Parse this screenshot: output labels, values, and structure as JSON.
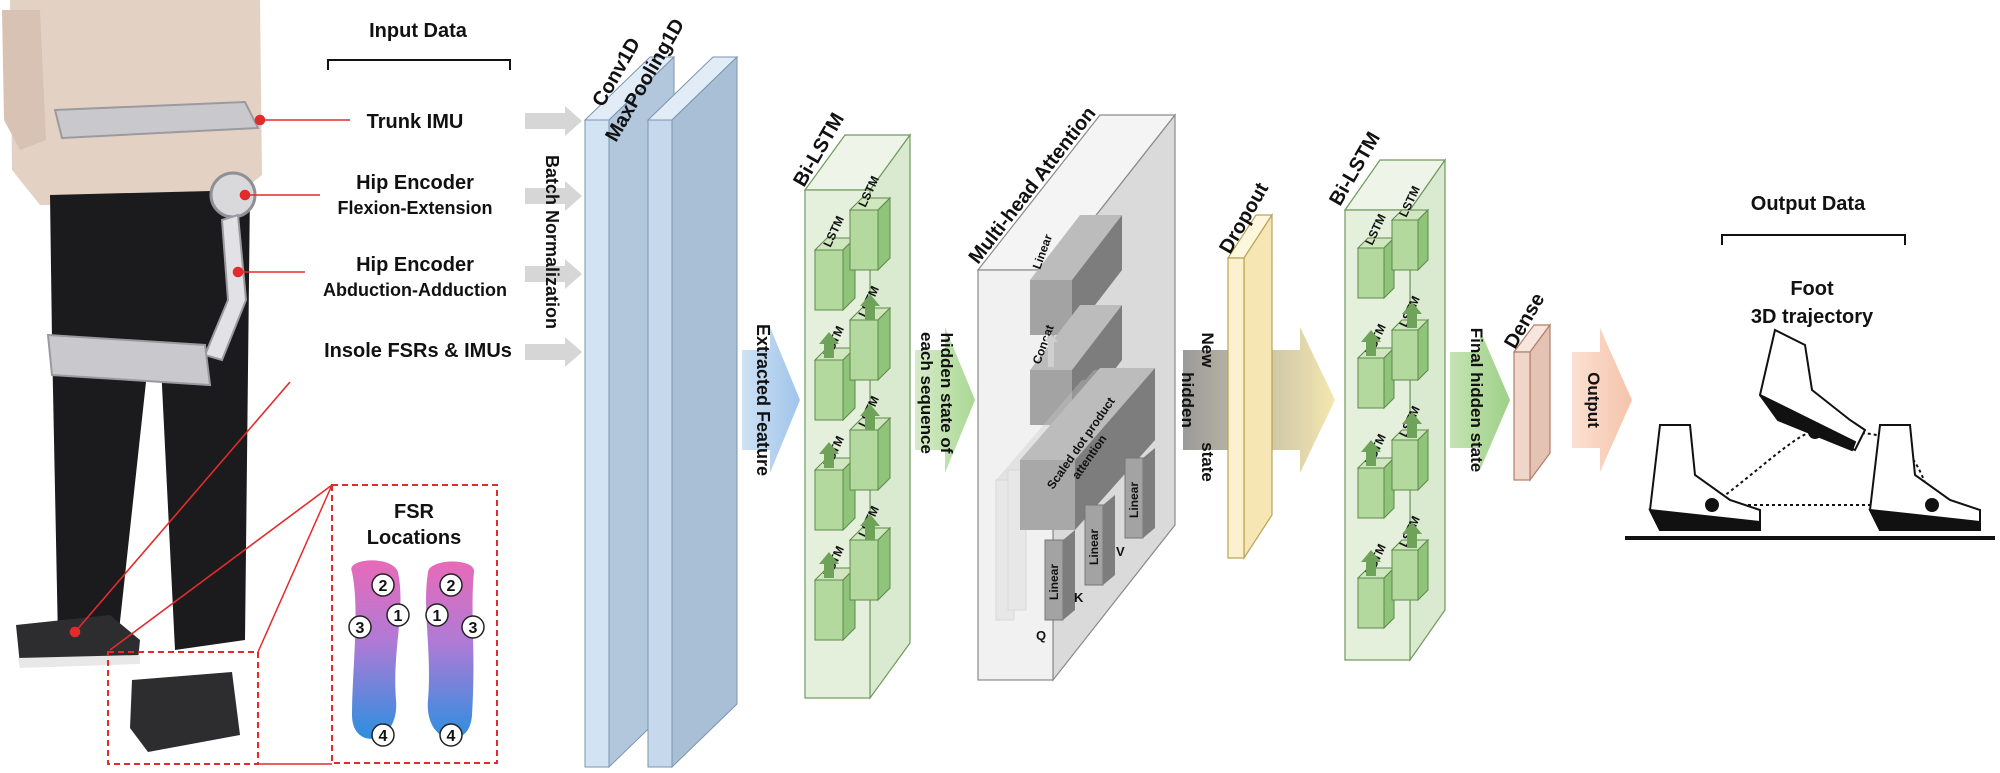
{
  "input": {
    "title": "Input Data",
    "items": [
      "Trunk IMU",
      "Hip Encoder",
      "Flexion-Extension",
      "Hip Encoder",
      "Abduction-Adduction",
      "Insole FSRs & IMUs"
    ]
  },
  "fsr": {
    "title_line1": "FSR",
    "title_line2": "Locations",
    "left_numbers": [
      "2",
      "1",
      "3",
      "4"
    ],
    "right_numbers": [
      "2",
      "1",
      "3",
      "4"
    ]
  },
  "layers": {
    "batch_norm": "Batch  Normalization",
    "conv1d": "Conv1D",
    "maxpool": "MaxPooling1D",
    "extracted": "Extracted  Feature",
    "bilstm1": "Bi-LSTM",
    "lstm": "LSTM",
    "hidden_state_line1": "hidden state of",
    "hidden_state_line2": "each sequence",
    "mha": "Multi-head Attention",
    "mha_linear": "Linear",
    "mha_concat": "Concat",
    "mha_sdpa_line1": "Scaled dot product",
    "mha_sdpa_line2": "attention",
    "q": "Q",
    "k": "K",
    "v": "V",
    "new_hidden_line1": "New",
    "new_hidden_line2": "hidden",
    "new_hidden_line3": "state",
    "dropout": "Dropout",
    "bilstm2": "Bi-LSTM",
    "final_hidden": "Final hidden state",
    "dense": "Dense",
    "output": "Output"
  },
  "output": {
    "title": "Output Data",
    "line1": "Foot",
    "line2": "3D trajectory"
  }
}
